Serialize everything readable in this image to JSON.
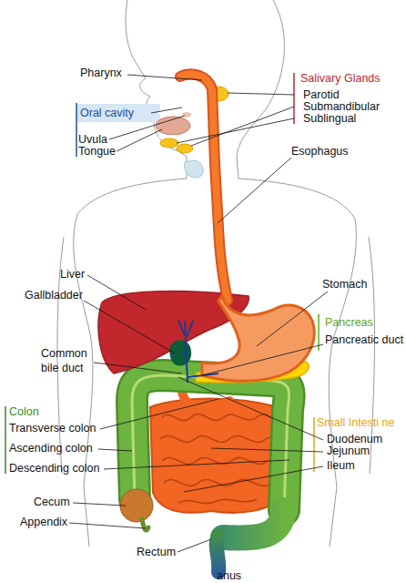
{
  "diagram": {
    "labels": [
      "Pharynx",
      "Salivary Glands",
      "Parotid",
      "Submandibular",
      "Oral cavity",
      "Sublingual",
      "Uvula",
      "Tongue",
      "Esophagus",
      "Liver",
      "Stomach",
      "Gallbladder",
      "Pancreas",
      "Pancreatic duct",
      "Common bile duct",
      "Colon",
      "Small Intesti ne",
      "Transverse colon",
      "Duodenum",
      "Ascending colon",
      "Jejunum",
      "Ileum",
      "Descending colon",
      "Cecum",
      "Appendix",
      "Rectum",
      "anus"
    ]
  }
}
